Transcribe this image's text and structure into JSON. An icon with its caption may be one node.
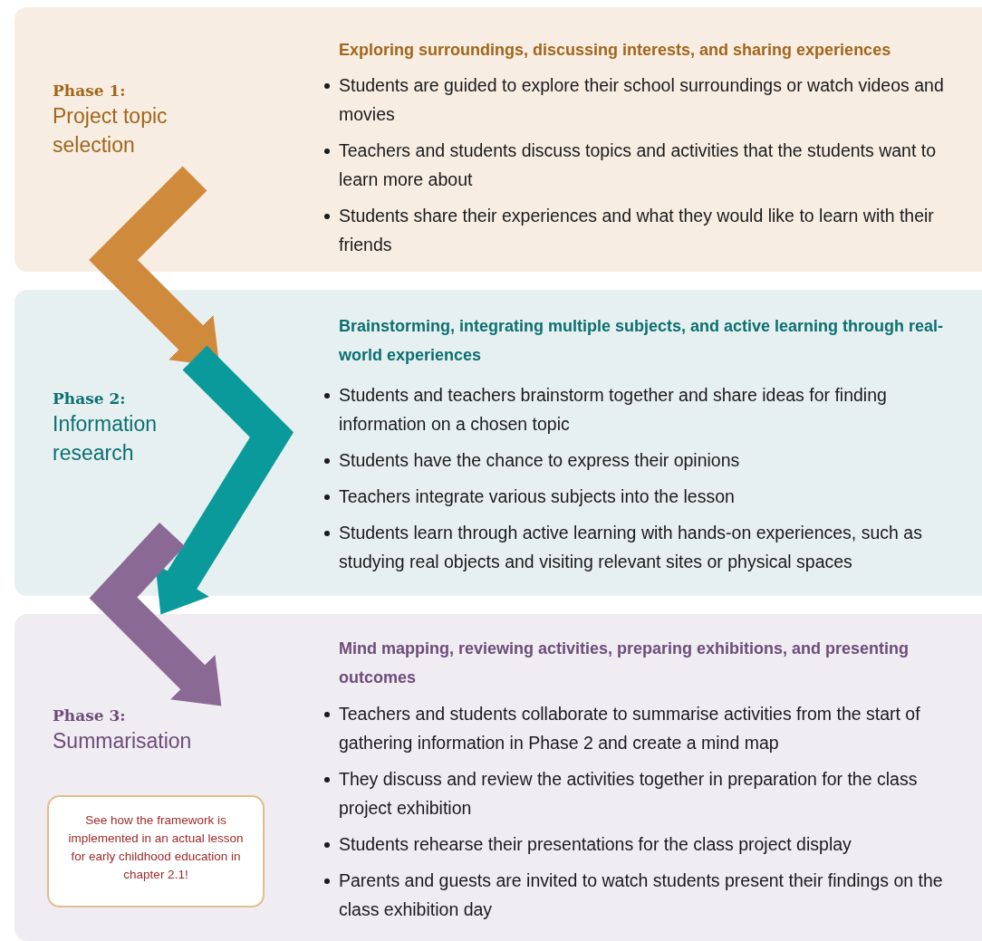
{
  "diagram": {
    "nodes": [
      {
        "text": [
          "Phase 1:",
          "Project topic selection",
          "Exploring surroundings, discussing interests, and sharing experiences",
          "Students are guided to explore their school surroundings or watch videos and movies",
          "Teachers and students discuss topics and activities that the students want to learn more about",
          "Students share their experiences and what they would like to learn with their friends"
        ]
      },
      {
        "text": [
          "Phase 2:",
          "Information research",
          "Brainstorming, integrating multiple subjects, and active learning through real-world experiences",
          "Students and teachers brainstorm together and share ideas for finding information on a chosen topic",
          "Students have the chance to express their opinions",
          "Teachers integrate various subjects into the lesson",
          "Students learn through active learning with hands-on experiences, such as studying real objects and visiting relevant sites or physical spaces"
        ]
      },
      {
        "text": [
          "Phase 3:",
          "Summarisation",
          "Mind mapping, reviewing activities, preparing exhibitions, and presenting outcomes",
          "Teachers and students collaborate to summarise activities from the start of gathering information in Phase 2 and create a mind map",
          "They discuss and review the activities together in preparation for the class project exhibition",
          "Students rehearse their presentations for the class project display",
          "Parents and guests are invited to watch students present their findings on the class exhibition day"
        ]
      },
      {
        "text": [
          "See how the framework is implemented in an actual lesson for early childhood education in chapter 2.1!"
        ],
        "in": 2
      }
    ],
    "edges": [
      {
        "from": 0,
        "to": 1,
        "arrow": "to",
        "color": "#cf8a3c"
      },
      {
        "from": 1,
        "to": 2,
        "arrow": "to",
        "color": "#0a9a9c"
      },
      {
        "from": 1,
        "to": 2,
        "arrow": "to",
        "color": "#8a6a94"
      }
    ]
  }
}
